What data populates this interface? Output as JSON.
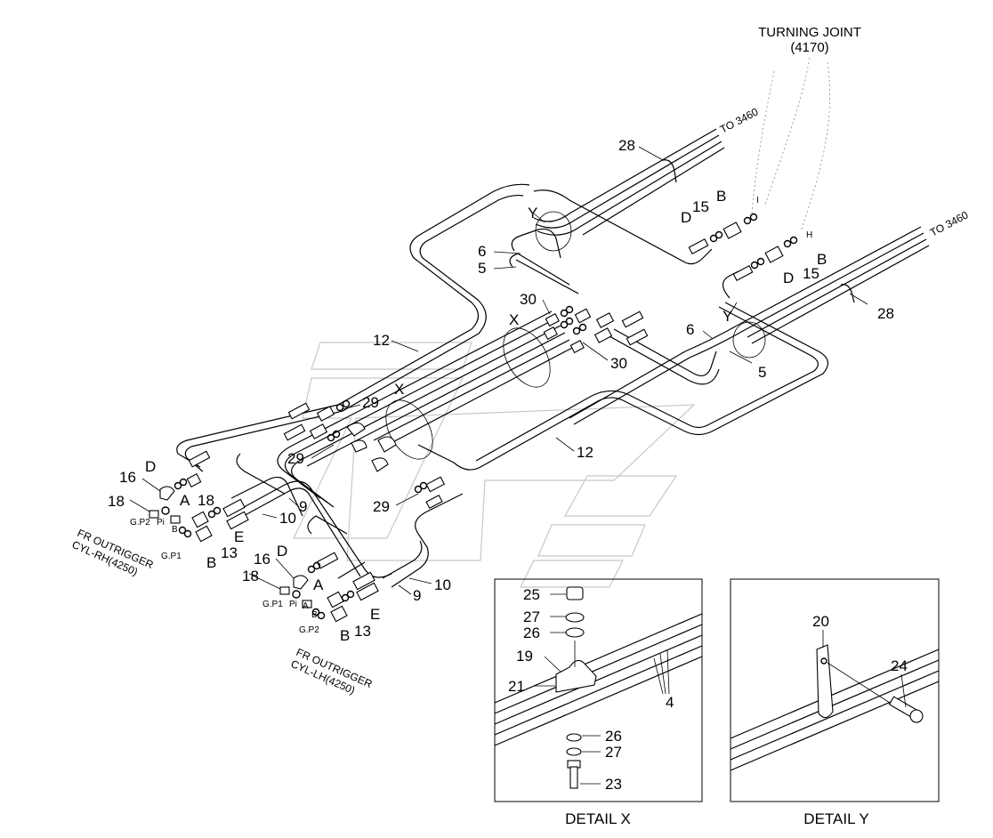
{
  "header": {
    "turning_joint": "TURNING JOINT",
    "turning_joint_ref": "(4170)",
    "to_left": "TO 3460",
    "to_right": "TO 3460"
  },
  "callouts": {
    "p28a": "28",
    "p28b": "28",
    "y1": "Y",
    "y2": "Y",
    "b1": "B",
    "b2": "B",
    "d1": "D",
    "d2": "D",
    "p15a": "15",
    "p15b": "15",
    "p6a": "6",
    "p6b": "6",
    "p5a": "5",
    "p5b": "5",
    "p30a": "30",
    "p30b": "30",
    "x1": "X",
    "x2": "X",
    "p12a": "12",
    "p12b": "12",
    "p29a": "29",
    "p29b": "29",
    "p29c": "29",
    "p16a": "16",
    "p16b": "16",
    "d3": "D",
    "d4": "D",
    "p18a": "18",
    "p18b": "18",
    "p18c": "18",
    "a1": "A",
    "a2": "A",
    "e1": "E",
    "e2": "E",
    "p13a": "13",
    "p13b": "13",
    "b3": "B",
    "b4": "B",
    "p10a": "10",
    "p10b": "10",
    "p9a": "9",
    "p9b": "9",
    "gp2a": "G.P2",
    "gp1a": "G.P1",
    "gp1b": "G.P1",
    "gp2b": "G.P2",
    "pa": "Pi",
    "pb": "Pi",
    "ba": "B",
    "bb": "B",
    "aa": "A",
    "h": "H",
    "i": "I"
  },
  "notes": {
    "rh_line1": "FR OUTRIGGER",
    "rh_line2": "CYL-RH(4250)",
    "lh_line1": "FR OUTRIGGER",
    "lh_line2": "CYL-LH(4250)"
  },
  "detail_x": {
    "title": "DETAIL  X",
    "p25": "25",
    "p27a": "27",
    "p26a": "26",
    "p19": "19",
    "p21": "21",
    "p4": "4",
    "p26b": "26",
    "p27b": "27",
    "p23": "23"
  },
  "detail_y": {
    "title": "DETAIL  Y",
    "p20": "20",
    "p24": "24"
  }
}
